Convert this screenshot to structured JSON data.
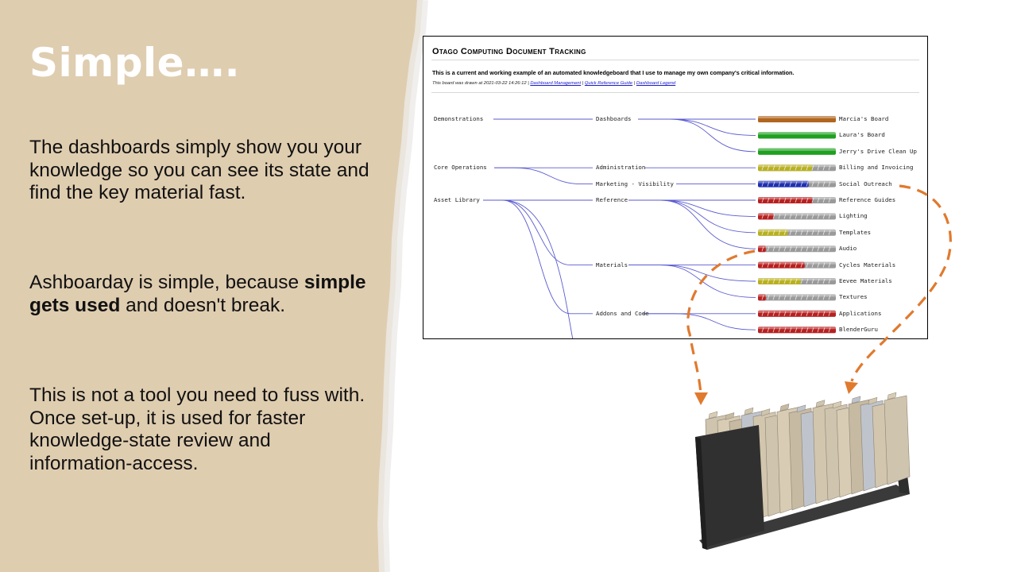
{
  "slide": {
    "title": "Simple….",
    "para1": "The dashboards simply show you your knowledge so you can see its state and find the key material fast.",
    "para2_pre": "Ashboarday is simple, because ",
    "para2_bold": "simple gets used",
    "para2_post": " and doesn't break.",
    "para3": "This is not a tool you need to fuss with. Once set-up, it is used for faster knowledge-state review and information-access."
  },
  "dashboard": {
    "title": "Otago Computing Document Tracking",
    "subtitle": "This is a current and working example of an automated knowledgeboard that I use to manage my own company's critical information.",
    "meta_prefix": "This board was drawn at 2021-03-22 14:26:12 | ",
    "links": [
      "Dashboard Management",
      "Quick Reference Guide",
      "Dashboard Legend"
    ],
    "separator": " | ",
    "categories": [
      "Demonstrations",
      "Core Operations",
      "Asset Library"
    ],
    "groups": [
      "Dashboards",
      "Administration",
      "Marketing - Visibility",
      "Reference",
      "Materials",
      "Addons and Code"
    ],
    "boards": [
      {
        "label": "Marcia's Board",
        "color": "#b0661f",
        "fill": 1.0,
        "style": "solid"
      },
      {
        "label": "Laura's Board",
        "color": "#20a020",
        "fill": 1.0,
        "style": "solid"
      },
      {
        "label": "Jerry's Drive Clean Up",
        "color": "#20a020",
        "fill": 1.0,
        "style": "solid"
      },
      {
        "label": "Billing and Invoicing",
        "color": "#b8b020",
        "fill": 0.7,
        "style": "segmented"
      },
      {
        "label": "Social Outreach",
        "color": "#2030b0",
        "fill": 0.65,
        "style": "segmented"
      },
      {
        "label": "Reference Guides",
        "color": "#b82020",
        "fill": 0.7,
        "style": "segmented"
      },
      {
        "label": "Lighting",
        "color": "#b82020",
        "fill": 0.2,
        "style": "segmented"
      },
      {
        "label": "Templates",
        "color": "#b8b020",
        "fill": 0.38,
        "style": "segmented"
      },
      {
        "label": "Audio",
        "color": "#b82020",
        "fill": 0.1,
        "style": "segmented"
      },
      {
        "label": "Cycles Materials",
        "color": "#b82020",
        "fill": 0.6,
        "style": "segmented"
      },
      {
        "label": "Eevee Materials",
        "color": "#b8b020",
        "fill": 0.55,
        "style": "segmented"
      },
      {
        "label": "Textures",
        "color": "#b82020",
        "fill": 0.1,
        "style": "segmented"
      },
      {
        "label": "Applications",
        "color": "#b82020",
        "fill": 1.0,
        "style": "segmented"
      },
      {
        "label": "BlenderGuru",
        "color": "#b82020",
        "fill": 1.0,
        "style": "segmented"
      }
    ]
  },
  "colors": {
    "panel": "#dfcdb0",
    "arrow": "#e07a2e",
    "link": "#5a5ad0"
  }
}
